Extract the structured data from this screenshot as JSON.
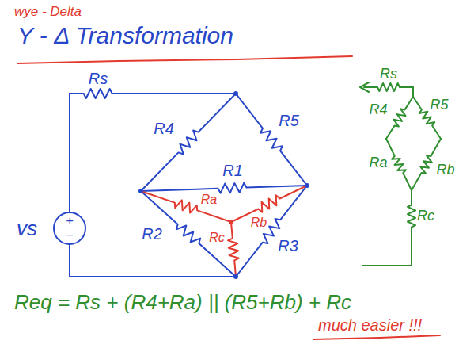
{
  "diagram": {
    "title": "Y - Δ Transformation",
    "labels": [
      "wye - Delta",
      "Rs",
      "R4",
      "R5",
      "R1",
      "Ra",
      "Rb",
      "Rc",
      "R2",
      "R3",
      "vs",
      "+",
      "−",
      "Rs",
      "R4",
      "R5",
      "Ra",
      "Rb",
      "Rc",
      "Req = Rs + (R4+Ra) || (R5+Rb) + Rc",
      "much easier !!!"
    ]
  }
}
